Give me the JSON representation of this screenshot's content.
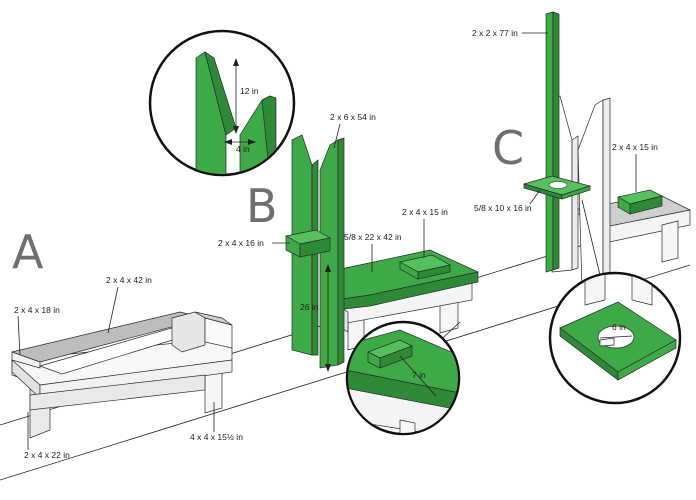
{
  "stages": {
    "a": "A",
    "b": "B",
    "c": "C"
  },
  "labels": {
    "a_2x4x18": "2 x 4 x 18 in",
    "a_2x4x42": "2 x 4 x 42 in",
    "a_4x4": "4 x 4 x 15½ in",
    "a_2x4x22": "2 x 4 x 22 in",
    "b_12in": "12 in",
    "b_4in": "4 in",
    "b_2x6x54": "2 x 6 x 54 in",
    "b_2x4x16": "2 x 4 x 16 in",
    "b_seat": "5/8 x 22 x 42 in",
    "b_2x4x15": "2 x 4 x 15 in",
    "b_26in": "26 in",
    "b_7in": "7 in",
    "c_2x2x77": "2 x 2 x 77 in",
    "c_shelf": "5/8 x 10 x 16 in",
    "c_2x4x15": "2 x 4 x 15 in",
    "c_6in": "6 in"
  },
  "colors": {
    "green": "#3daa47",
    "green_dark": "#2e8a37",
    "green_light": "#55c05e",
    "wood_white": "#f4f4f4",
    "wood_gray": "#cfcfcf",
    "letter_gray": "#6f6f6f"
  }
}
